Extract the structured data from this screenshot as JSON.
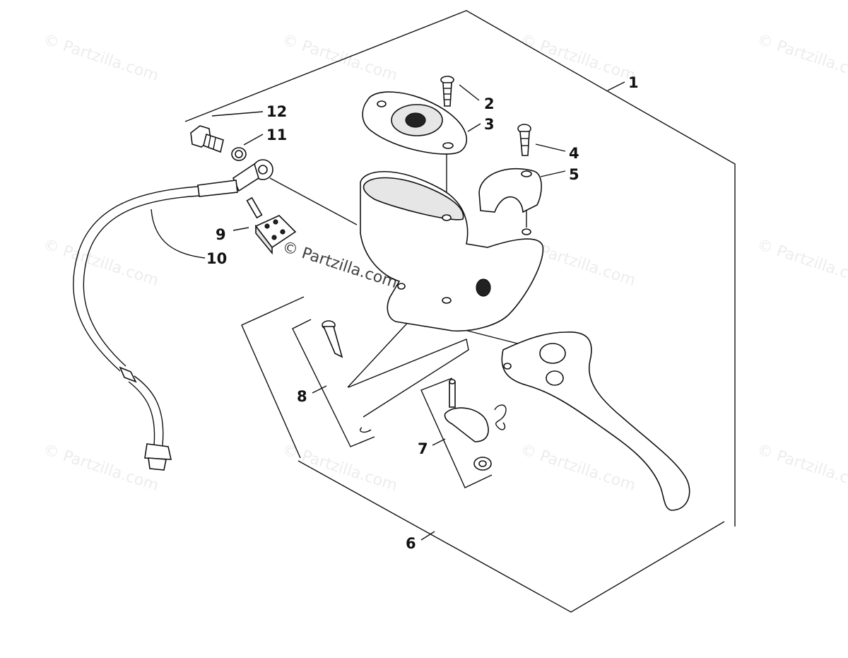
{
  "watermark": {
    "text": "© Partzilla.com",
    "center_text": "© Partzilla.com"
  },
  "callouts": [
    {
      "id": "1",
      "label": "1"
    },
    {
      "id": "2",
      "label": "2"
    },
    {
      "id": "3",
      "label": "3"
    },
    {
      "id": "4",
      "label": "4"
    },
    {
      "id": "5",
      "label": "5"
    },
    {
      "id": "6",
      "label": "6"
    },
    {
      "id": "7",
      "label": "7"
    },
    {
      "id": "8",
      "label": "8"
    },
    {
      "id": "9",
      "label": "9"
    },
    {
      "id": "10",
      "label": "10"
    },
    {
      "id": "11",
      "label": "11"
    },
    {
      "id": "12",
      "label": "12"
    }
  ]
}
